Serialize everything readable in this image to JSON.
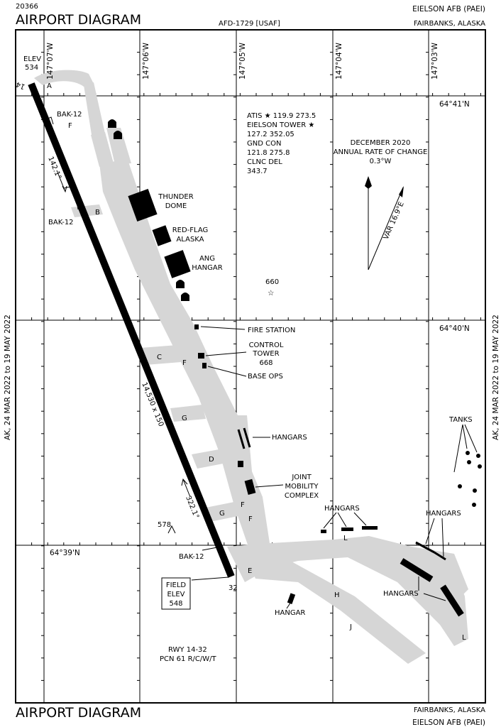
{
  "header": {
    "chart_number": "20366",
    "title": "AIRPORT DIAGRAM",
    "afd": "AFD-1729 [USAF]",
    "airport": "EIELSON AFB  (PAEI)",
    "city": "FAIRBANKS,  ALASKA"
  },
  "footer": {
    "title": "AIRPORT DIAGRAM",
    "city": "FAIRBANKS,  ALASKA",
    "airport": "EIELSON AFB  (PAEI)"
  },
  "side_dates": "AK,  24 MAR 2022  to  19 MAY 2022",
  "longitudes": [
    "147°07'W",
    "147°06'W",
    "147°05'W",
    "147°04'W",
    "147°03'W"
  ],
  "latitudes": [
    "64°41'N",
    "64°40'N",
    "64°39'N"
  ],
  "elev_label": "ELEV",
  "elev_value": "534",
  "runway": {
    "end_14": "14",
    "end_32": "32",
    "heading_14": "142.1°",
    "heading_32": "322.1°",
    "dimensions": "14,530 x 150",
    "arresting_gear": "BAK-12"
  },
  "taxiways": [
    "A",
    "F",
    "B",
    "C",
    "F",
    "G",
    "D",
    "G",
    "F",
    "F",
    "E",
    "H",
    "J",
    "L",
    "L"
  ],
  "comms": {
    "atis": "ATIS ★ 119.9   273.5",
    "tower": "EIELSON TOWER ★",
    "tower_freqs": "127.2   352.05",
    "gnd": "GND CON",
    "gnd_freqs": "121.8   275.8",
    "clnc": "CLNC DEL",
    "clnc_freq": "343.7"
  },
  "magnetic": {
    "date": "DECEMBER 2020",
    "rate_label": "ANNUAL RATE OF CHANGE",
    "rate": "0.3°W",
    "variation": "VAR 16.9°E"
  },
  "beacon_elev": "660",
  "obstacle_elev": "578",
  "buildings": {
    "thunder_dome": [
      "THUNDER",
      "DOME"
    ],
    "red_flag": [
      "RED-FLAG",
      "ALASKA"
    ],
    "ang_hangar": [
      "ANG",
      "HANGAR"
    ],
    "fire_station": "FIRE STATION",
    "control_tower": [
      "CONTROL",
      "TOWER",
      "668"
    ],
    "base_ops": "BASE OPS",
    "hangars": "HANGARS",
    "joint_mobility": [
      "JOINT",
      "MOBILITY",
      "COMPLEX"
    ],
    "tanks": "TANKS",
    "hangar": "HANGAR"
  },
  "field_elev": [
    "FIELD",
    "ELEV",
    "548"
  ],
  "runway_info": [
    "RWY 14-32",
    "PCN 61 R/C/W/T"
  ]
}
